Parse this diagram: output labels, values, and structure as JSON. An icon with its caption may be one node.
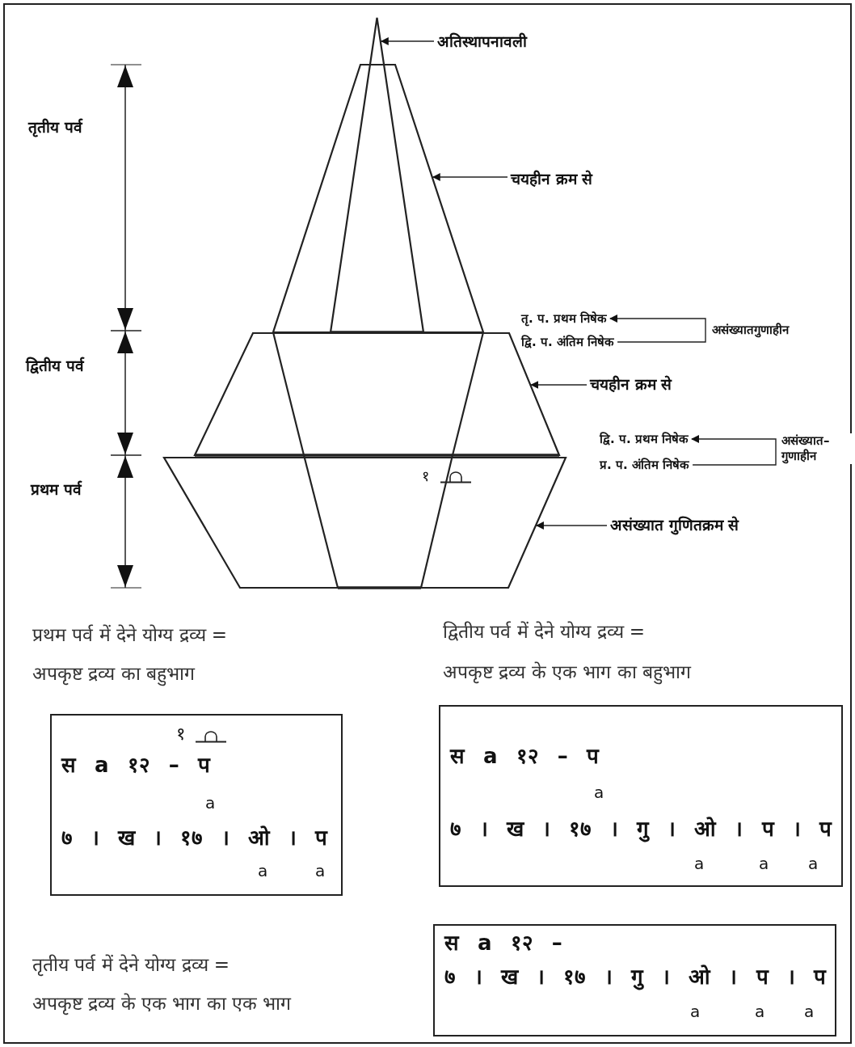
{
  "diagram": {
    "nodes": [
      {
        "text": [
          "अतिस्थापनावली"
        ]
      },
      {
        "text": [
          "चयहीन क्रम से"
        ]
      },
      {
        "text": [
          "तृ. प. प्रथम निषेक"
        ]
      },
      {
        "text": [
          "द्वि. प. अंतिम निषेक"
        ]
      },
      {
        "text": [
          "चयहीन क्रम से"
        ]
      },
      {
        "text": [
          "द्वि. प. प्रथम निषेक"
        ]
      },
      {
        "text": [
          "प्र. प. अंतिम निषेक"
        ]
      },
      {
        "text": [
          "असंख्यात गुणितक्रम से"
        ]
      },
      {
        "text": [
          "१",
          "स a १२ – प",
          "a",
          "७ । ख । १७ । ओ । प",
          "a",
          "a"
        ]
      },
      {
        "text": [
          "स a १२ – प",
          "a",
          "७ । ख । १७ । गु । ओ । प । प",
          "a",
          "a",
          "a"
        ]
      },
      {
        "text": [
          "स a १२ –",
          "७ । ख । १७ । गु । ओ । प । प",
          "a",
          "a",
          "a"
        ]
      },
      {
        "text": [],
        "shape": "triangle"
      },
      {
        "text": [],
        "shape": "trapezoid"
      },
      {
        "text": [],
        "shape": "trapezoid"
      },
      {
        "text": [],
        "shape": "trapezoid"
      }
    ],
    "edges": [
      {
        "from": 0,
        "to": 11,
        "arrow": "to"
      },
      {
        "from": 1,
        "to": 12,
        "arrow": "to"
      },
      {
        "from": 3,
        "to": 2,
        "arrow": "to",
        "label": "असंख्यातगुणाहीन"
      },
      {
        "from": 4,
        "to": 13,
        "arrow": "to"
      },
      {
        "from": 6,
        "to": 5,
        "arrow": "to",
        "label": "असंख्यात– गुणाहीन"
      },
      {
        "from": 7,
        "to": 14,
        "arrow": "to"
      }
    ],
    "labels": [
      "तृतीय पर्व",
      "द्वितीय पर्व",
      "प्रथम पर्व",
      "१",
      "प्रथम पर्व में देने योग्य द्रव्य =",
      "द्वितीय पर्व में देने योग्य द्रव्य =",
      "अपकृष्ट द्रव्य का बहुभाग",
      "अपकृष्ट द्रव्य के एक भाग का बहुभाग",
      "तृतीय पर्व में देने योग्य द्रव्य =",
      "अपकृष्ट द्रव्य के एक भाग का एक भाग"
    ]
  }
}
